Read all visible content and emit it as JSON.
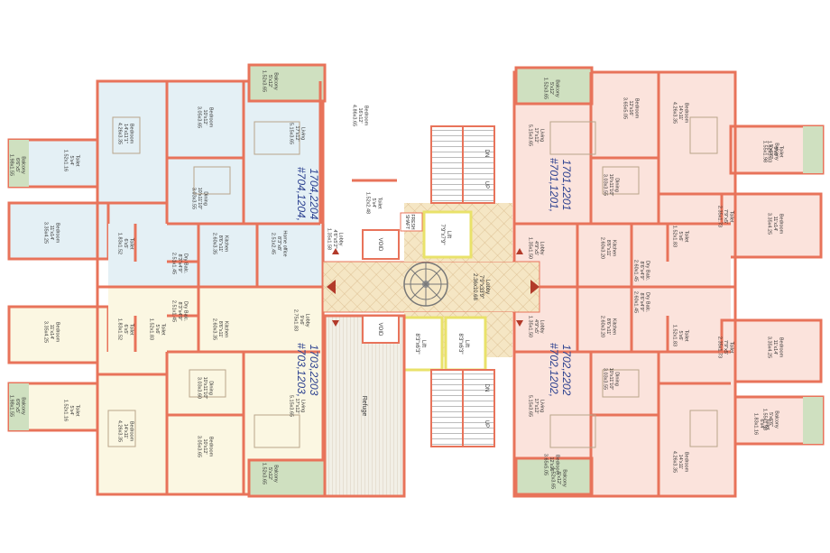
{
  "colors": {
    "wall": "#e8735a",
    "blue_fill": "#e4f0f5",
    "pink_fill": "#fbe3dc",
    "cream_fill": "#fbf7e2",
    "lobby_fill": "#f5e6c4",
    "grey_fill": "#ececec",
    "balcony_fill": "#cfe0c0",
    "lift_outline": "#e9e26a",
    "unit_text": "#2a3f8f"
  },
  "units": {
    "top_left": [
      "#704,1204,",
      "1704,2204"
    ],
    "top_right": [
      "#701,1201,",
      "1701,2201"
    ],
    "bottom_left": [
      "#703,1203,",
      "1703,2203"
    ],
    "bottom_right": [
      "#702,1202,",
      "1702,2202"
    ]
  },
  "core": {
    "lift_top": [
      "Lift",
      "7'9\"x7'9\""
    ],
    "lift_bl": [
      "Lift",
      "8'3\"x6'3\""
    ],
    "lift_br": [
      "Lift",
      "8'3\"x6'3\""
    ],
    "fresh_shaft": [
      "FRESH",
      "SHAFT"
    ],
    "lobby_center": [
      "Lobby",
      "7'9\"x33'9\"",
      "2.36x10.68"
    ],
    "void_top": "VOID",
    "void_bottom": "VOID",
    "refuge": "Refuge",
    "dn_top": "DN",
    "up_top": "UP",
    "dn_bottom": "DN",
    "up_bottom": "UP"
  },
  "rooms_top_left": [
    [
      "Bedroom",
      "14'x11'1\"",
      "4.26x3.35"
    ],
    [
      "Bedroom",
      "10'x12'",
      "3.05x3.65"
    ],
    [
      "Bedroom",
      "16'x12'",
      "4.86x3.65"
    ],
    [
      "Balcony",
      "5'x12'",
      "1.52x3.65"
    ],
    [
      "Living",
      "17'x12'",
      "5.15x3.65"
    ],
    [
      "Dining",
      "10'x11'10\"",
      "3.03x3.55"
    ],
    [
      "Balcony",
      "6'6\"x5'",
      "1.98x1.55"
    ],
    [
      "Bedroom",
      "11'x14'",
      "3.35x4.25"
    ],
    [
      "Toilet",
      "5'x4'",
      "1.52x1.16"
    ],
    [
      "Toilet",
      "5'x4'",
      "1.52x2.48"
    ],
    [
      "Toilet",
      "6'x5'",
      "1.83x1.52"
    ],
    [
      "Kitchen",
      "8'6\"x11'",
      "2.60x3.35"
    ],
    [
      "Dry Balc.",
      "8'3\"x4'9\"",
      "2.51x1.45"
    ],
    [
      "Home office",
      "8'3\"x8'",
      "2.51x2.45"
    ],
    [
      "Lobby",
      "4'6\"x5'2\"",
      "1.35x1.58"
    ]
  ],
  "rooms_top_right": [
    [
      "Balcony",
      "5'x12'",
      "1.52x3.65"
    ],
    [
      "Bedroom",
      "12'x16'",
      "3.65x5.05"
    ],
    [
      "Bedroom",
      "14'x11'",
      "4.26x3.35"
    ],
    [
      "Living",
      "17'x12'",
      "5.15x3.65"
    ],
    [
      "Dining",
      "10'x11'10\"",
      "3.03x3.55"
    ],
    [
      "Balcony",
      "5'x6'6\"",
      "1.55x1.98"
    ],
    [
      "Bedroom",
      "11'x14'",
      "3.35x4.25"
    ],
    [
      "Toilet",
      "5'x6'",
      "1.52x1.83"
    ],
    [
      "Toilet",
      "7'9\"x5'",
      "2.35x1.73"
    ],
    [
      "Kitchen",
      "8'6\"x11'",
      "2.60x3.20"
    ],
    [
      "Dry Balc.",
      "8'6\"x4'9\"",
      "2.60x1.45"
    ],
    [
      "Lobby",
      "4'9\"x5'",
      "1.35x1.50"
    ],
    [
      "Toilet",
      "5'x6'",
      "1.52x1.83"
    ]
  ],
  "rooms_bottom_left": [
    [
      "Bedroom",
      "11'x14'",
      "3.35x4.25"
    ],
    [
      "Toilet",
      "6'x5'",
      "1.83x1.52"
    ],
    [
      "Toilet",
      "5'x6'",
      "1.52x1.83"
    ],
    [
      "Dry Balc.",
      "8'3\"x4'9\"",
      "2.51x1.45"
    ],
    [
      "Kitchen",
      "8'6\"x11'",
      "2.60x3.35"
    ],
    [
      "Lobby",
      "9'x6'",
      "2.75x1.83"
    ],
    [
      "Dining",
      "10'x11'10\"",
      "3.03x3.60"
    ],
    [
      "Living",
      "17'x12'",
      "5.15x3.65"
    ],
    [
      "Balcony",
      "6'6\"x5'",
      "1.98x1.55"
    ],
    [
      "Toilet",
      "5'x4'",
      "1.52x1.16"
    ],
    [
      "Bedroom",
      "14'x11'",
      "4.26x3.35"
    ],
    [
      "Bedroom",
      "10'x12'",
      "3.05x3.65"
    ],
    [
      "Balcony",
      "5'x12'",
      "1.52x3.65"
    ]
  ],
  "rooms_bottom_right": [
    [
      "Lobby",
      "4'9\"x5'",
      "1.35x1.50"
    ],
    [
      "Kitchen",
      "8'6\"x11'",
      "2.60x3.20"
    ],
    [
      "Dry Balc.",
      "8'6\"x4'9\"",
      "2.60x1.45"
    ],
    [
      "Toilet",
      "5'x6'",
      "1.52x1.83"
    ],
    [
      "Toilet",
      "7'9\"x5'",
      "2.35x1.73"
    ],
    [
      "Bedroom",
      "11'x14'",
      "3.35x4.25"
    ],
    [
      "Balcony",
      "5'x6'6\"",
      "1.55x1.98"
    ],
    [
      "Toilet",
      "6'x4'",
      "1.83x1.16"
    ],
    [
      "Living",
      "17'x12'",
      "5.15x3.65"
    ],
    [
      "Dining",
      "10'x11'10\"",
      "3.03x3.55"
    ],
    [
      "Bedroom",
      "12'x16'",
      "3.65x5.05"
    ],
    [
      "Bedroom",
      "14'x11'",
      "4.26x3.35"
    ],
    [
      "Balcony",
      "5'x12'",
      "1.52x3.65"
    ]
  ],
  "void_labels": [
    "Void",
    "Void",
    "Void",
    "Void"
  ]
}
